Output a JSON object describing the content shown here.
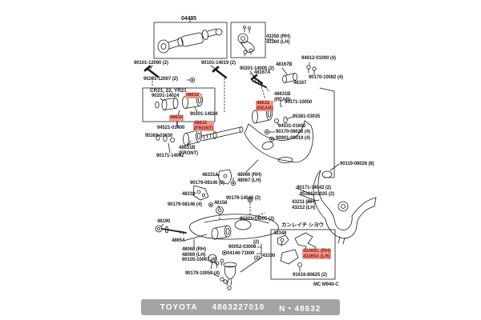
{
  "colors": {
    "ink": "#1c1c1c",
    "highlight_bg": "#f0968c",
    "highlight_text": "#8f1a10",
    "footer_bg": "#a3a3a3",
    "footer_text": "#ffffff"
  },
  "labels": {
    "kit_04485": "04485",
    "idler_4335x": "43350 (RH)\n43360 (LH)",
    "b90101_12090": "90101-12090 (2)",
    "b90101_14019": "90101-14019 (2)",
    "b90201_14005a": "90201-14005 (2)",
    "p48167B": "48167B",
    "b94612_01000": "94612-01000 (4)",
    "b90201_12007": "90201-12007 (2)",
    "p48167A": "48167A",
    "b90170_10082": "90170-10082 (4)",
    "p48167": "48167",
    "cr_box_title": "CR21, 22, YR21",
    "b90201_14024a": "90201-14024",
    "hl_48632_a": "48632",
    "b90201_14024b": "90201-14024",
    "hl_48632_b": "48632",
    "p48631B_rear": "48631B\n(REAR)",
    "b90171_10050": "90171-10050",
    "hl_48632_rear": "48632\n(REAR)",
    "b94521_01400": "94521-01400",
    "hl_48632_front": "48632\n(FRONT)",
    "b95381_03030": "95381-03030",
    "b95381_03035": "95381-03035",
    "b94531_01600": "94531-01600",
    "b90170_08026": "90170-08026 (4)",
    "b90901_08019": "90901-08019 (4)",
    "p48631B_front": "48631B\n(FRONT)",
    "b90171_14042": "90171-14042",
    "b90119_08026": "90119-08026 (8)",
    "p48331A": "48331A",
    "p48066": "48066 (RH)\n48067 (LH)",
    "b90171_14042_2": "90171-14042 (2)",
    "b95381_03025": "95381-03025 (2)",
    "b90179_08146_2": "90179-08146 (2)",
    "p43211": "43211 (RH)\n43212 (LH)",
    "p48332": "48332",
    "b90179_14046": "90179-14046 (2)",
    "b90179_08146_4": "90179-08146 (4)",
    "p48158": "48158",
    "b90201_14005b": "90201-14005 (2)",
    "p48190": "48190",
    "p48654": "48654",
    "p48068": "48068 (RH)\n48069 (LH)",
    "b90105_10067": "90105-10067 (4)",
    "b90179_10059": "90179-10059 (4)",
    "qty2_a": "(2)",
    "b90052_03008": "90052-03008",
    "b04146_71600": "04146-71600",
    "qty2_b": "(2)",
    "p43330": "43330",
    "cold_region_note": "カンレイチ シヨウ",
    "p43348": "43348",
    "hl_43365": "43365C (RH)\n43365A (LH)",
    "b91616_80825": "91616-80825 (2)",
    "mc_code": "MC M940-C"
  },
  "footer": {
    "brand": "TOYOTA",
    "part_number": "4863227010",
    "code": "N・48632"
  }
}
